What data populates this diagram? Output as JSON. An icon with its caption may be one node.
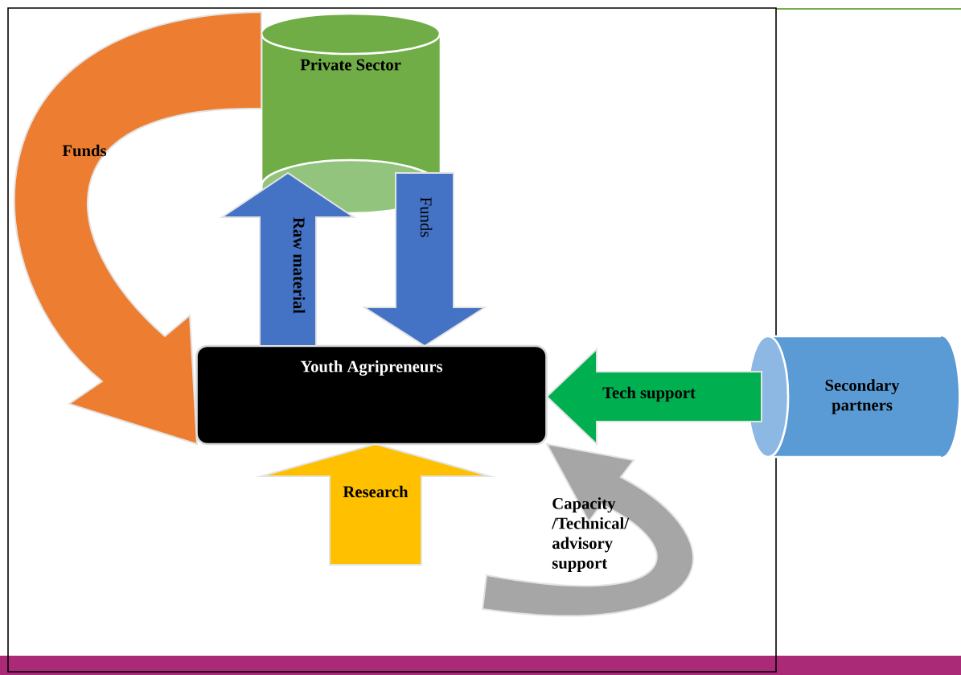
{
  "diagram": {
    "nodes": [
      {
        "text": [
          "Private Sector"
        ]
      },
      {
        "text": [
          "Youth Agripreneurs"
        ]
      },
      {
        "text": [
          "Secondary partners"
        ]
      }
    ],
    "edges": [
      {
        "from": 1,
        "to": 0,
        "arrow": "to",
        "label": "Raw material"
      },
      {
        "from": 0,
        "to": 1,
        "arrow": "to",
        "label": "Funds"
      },
      {
        "from": 2,
        "to": 1,
        "arrow": "to",
        "label": "Tech support",
        "color": "#00b050"
      },
      {
        "from": null,
        "to": 1,
        "arrow": "to",
        "label": "Research",
        "color": "#ffc000"
      },
      {
        "from": 0,
        "to": 1,
        "arrow": "to",
        "label": "Funds",
        "color": "#ed7d31"
      },
      {
        "from": null,
        "to": 1,
        "arrow": "to",
        "label": "Capacity /Technical/ advisory support",
        "color": "#a6a6a6"
      }
    ]
  }
}
